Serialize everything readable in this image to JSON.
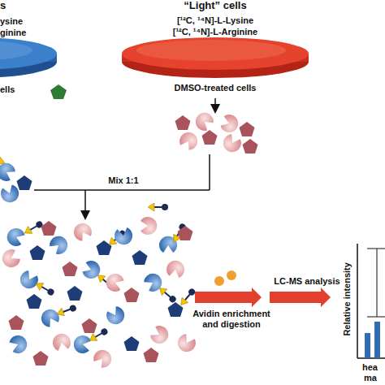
{
  "diagram": {
    "nodes": [
      {
        "text": [
          "s",
          "ysine",
          "ginine",
          "ells"
        ]
      },
      {
        "text": [
          "“Light” cells",
          "[¹²C, ¹⁴N]-L-Lysine",
          "[¹²C, ¹⁴N]-L-Arginine",
          "DMSO-treated cells"
        ]
      }
    ],
    "labels": [
      "Mix 1:1",
      "Avidin enrichment and digestion",
      "LC-MS analysis",
      "Relative intensity",
      "hea",
      "ma"
    ]
  }
}
